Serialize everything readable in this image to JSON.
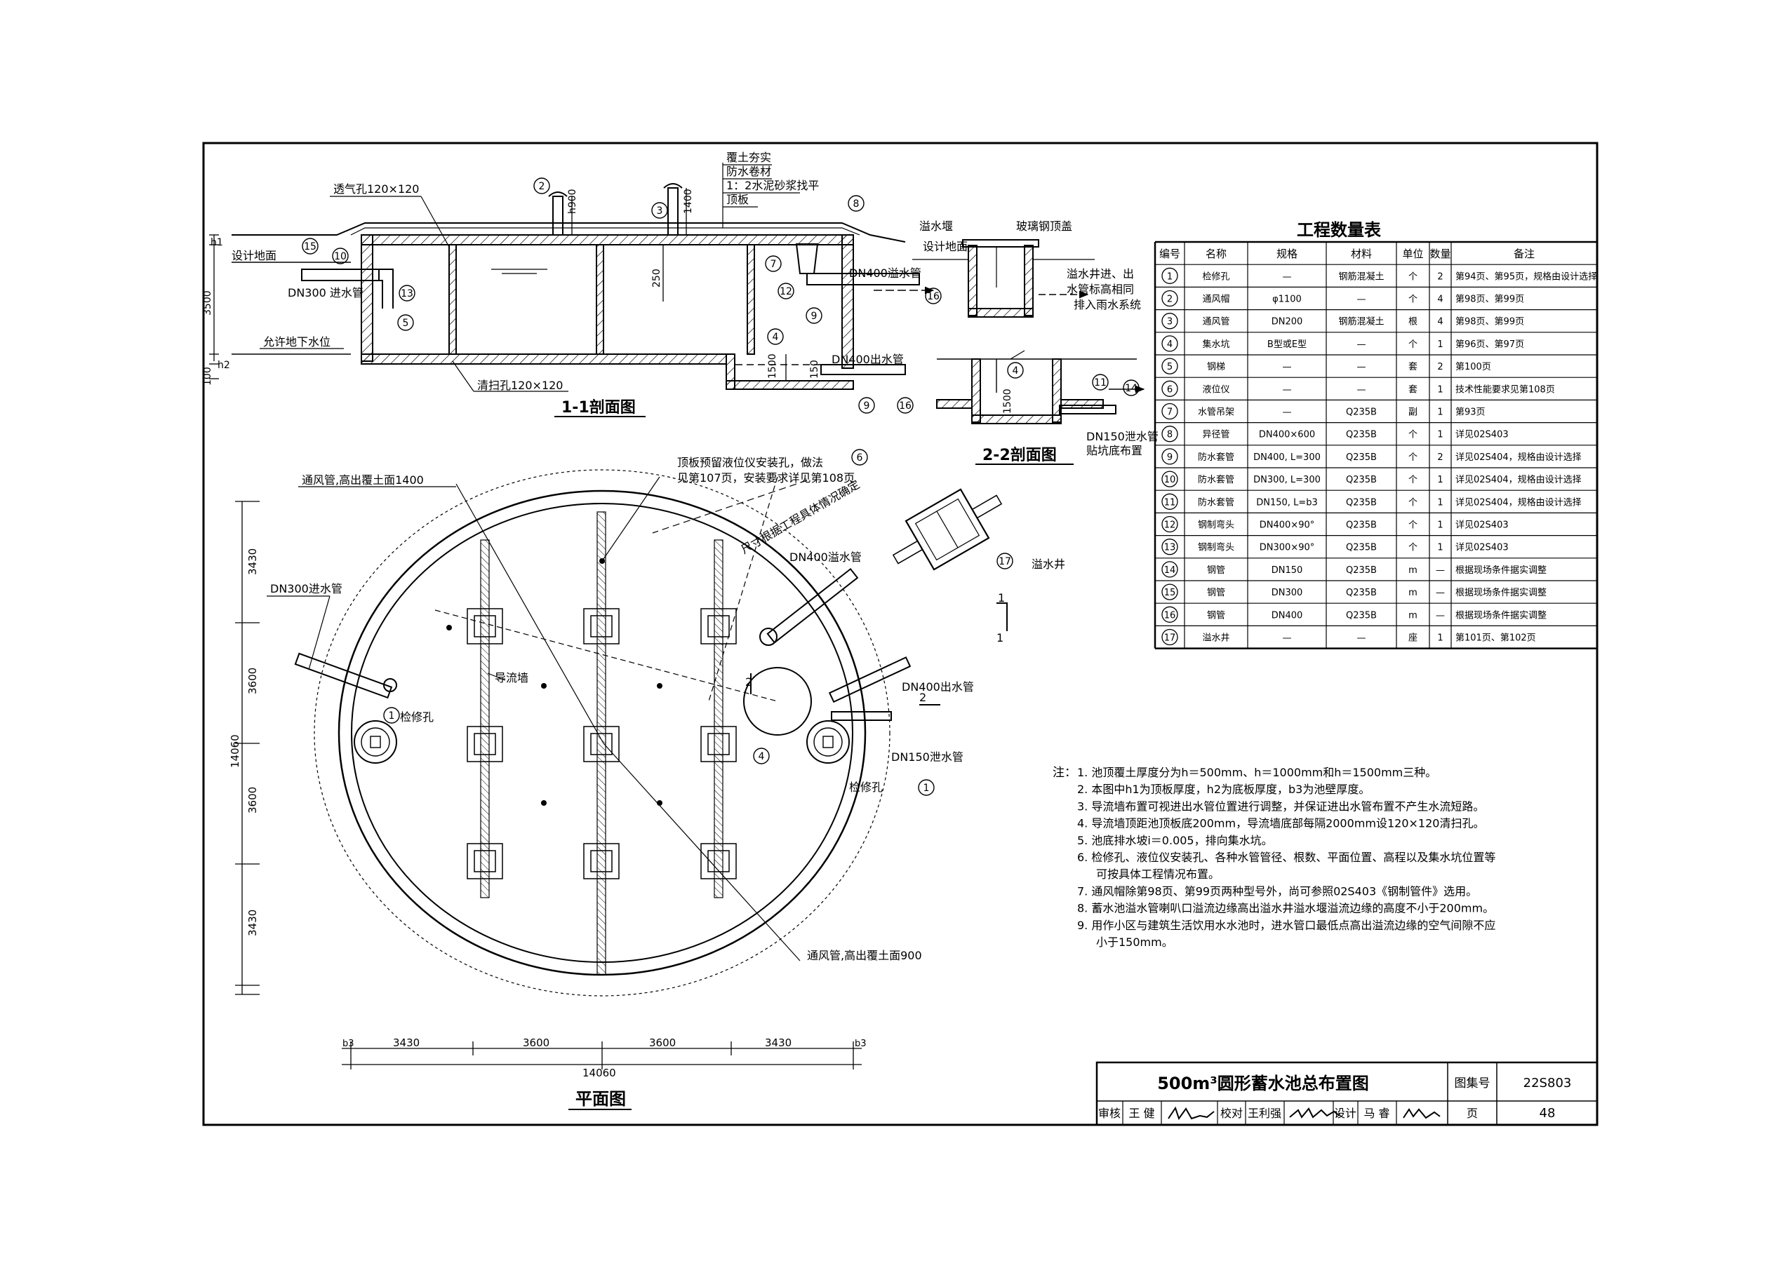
{
  "section11": {
    "title": "1-1剖面图",
    "layers": [
      "覆土夯实",
      "防水卷材",
      "1：2水泥砂浆找平",
      "顶板"
    ],
    "vent_hole": "透气孔120×120",
    "ground": "设计地面",
    "inlet": "DN300 进水管",
    "groundwater": "允许地下水位",
    "cleanout": "清扫孔120×120",
    "dim_h": "h900",
    "dim_1400": "1400",
    "dim_h2": "h",
    "dim_250": "250",
    "dim_3500": "3500",
    "dim_100": "100",
    "dim_h1": "h1",
    "dim_h2b": "h2",
    "dim_1500": "1500",
    "dim_150": "150",
    "overflow_pipe": "DN400溢水管",
    "outlet_pipe": "DN400出水管",
    "weir": "溢水堰",
    "glass_cover": "玻璃钢顶盖",
    "ground2": "设计地面",
    "overflow_note1": "溢水井进、出",
    "overflow_note2": "水管标高相同",
    "rain": "排入雨水系统",
    "n15": "15",
    "n10": "10",
    "n13": "13",
    "n5": "5",
    "n2": "2",
    "n3": "3",
    "n8": "8",
    "n7": "7",
    "n12": "12",
    "n9": "9",
    "n4": "4",
    "n16": "16",
    "n9b": "9",
    "n16b": "16"
  },
  "section22": {
    "title": "2-2剖面图",
    "n4": "4",
    "n11": "11",
    "n14": "14",
    "dim_1500": "1500",
    "drain1": "DN150泄水管",
    "drain2": "贴坑底布置"
  },
  "plan": {
    "title": "平面图",
    "vent_high": "通风管,高出覆土面1400",
    "level_hole1": "顶板预留液位仪安装孔，做法",
    "level_hole2": "见第107页，安装要求详见第108页",
    "size_note": "尺寸根据工程具体情况确定",
    "inlet": "DN300进水管",
    "overflow": "DN400溢水管",
    "overflow_well": "溢水井",
    "guide_wall": "导流墙",
    "manhole_l": "检修孔",
    "manhole_r": "检修孔",
    "outlet": "DN400出水管",
    "drain": "DN150泄水管",
    "vent_low": "通风管,高出覆土面900",
    "n1a": "1",
    "n1b": "1",
    "n4": "4",
    "n6": "6",
    "n17": "17",
    "sec1": "1",
    "sec1b": "1",
    "sec2": "2",
    "sec2b": "2",
    "dims_v": [
      "3430",
      "3600",
      "3600",
      "3430"
    ],
    "dims_h": [
      "3430",
      "3600",
      "3600",
      "3430"
    ],
    "total_v": "14060",
    "total_h": "14060",
    "b3": "b3"
  },
  "table": {
    "title": "工程数量表",
    "headers": [
      "编号",
      "名称",
      "规格",
      "材料",
      "单位",
      "数量",
      "备注"
    ],
    "rows": [
      [
        "1",
        "检修孔",
        "—",
        "钢筋混凝土",
        "个",
        "2",
        "第94页、第95页，规格由设计选择"
      ],
      [
        "2",
        "通风帽",
        "φ1100",
        "—",
        "个",
        "4",
        "第98页、第99页"
      ],
      [
        "3",
        "通风管",
        "DN200",
        "钢筋混凝土",
        "根",
        "4",
        "第98页、第99页"
      ],
      [
        "4",
        "集水坑",
        "B型或E型",
        "—",
        "个",
        "1",
        "第96页、第97页"
      ],
      [
        "5",
        "钢梯",
        "—",
        "—",
        "套",
        "2",
        "第100页"
      ],
      [
        "6",
        "液位仪",
        "—",
        "—",
        "套",
        "1",
        "技术性能要求见第108页"
      ],
      [
        "7",
        "水管吊架",
        "—",
        "Q235B",
        "副",
        "1",
        "第93页"
      ],
      [
        "8",
        "异径管",
        "DN400×600",
        "Q235B",
        "个",
        "1",
        "详见02S403"
      ],
      [
        "9",
        "防水套管",
        "DN400, L=300",
        "Q235B",
        "个",
        "2",
        "详见02S404，规格由设计选择"
      ],
      [
        "10",
        "防水套管",
        "DN300, L=300",
        "Q235B",
        "个",
        "1",
        "详见02S404，规格由设计选择"
      ],
      [
        "11",
        "防水套管",
        "DN150, L=b3",
        "Q235B",
        "个",
        "1",
        "详见02S404，规格由设计选择"
      ],
      [
        "12",
        "钢制弯头",
        "DN400×90°",
        "Q235B",
        "个",
        "1",
        "详见02S403"
      ],
      [
        "13",
        "钢制弯头",
        "DN300×90°",
        "Q235B",
        "个",
        "1",
        "详见02S403"
      ],
      [
        "14",
        "钢管",
        "DN150",
        "Q235B",
        "m",
        "—",
        "根据现场条件据实调整"
      ],
      [
        "15",
        "钢管",
        "DN300",
        "Q235B",
        "m",
        "—",
        "根据现场条件据实调整"
      ],
      [
        "16",
        "钢管",
        "DN400",
        "Q235B",
        "m",
        "—",
        "根据现场条件据实调整"
      ],
      [
        "17",
        "溢水井",
        "—",
        "—",
        "座",
        "1",
        "第101页、第102页"
      ]
    ]
  },
  "notes": {
    "label": "注：",
    "items": [
      "1. 池顶覆土厚度分为h＝500mm、h＝1000mm和h＝1500mm三种。",
      "2. 本图中h1为顶板厚度，h2为底板厚度，b3为池壁厚度。",
      "3. 导流墙布置可视进出水管位置进行调整，并保证进出水管布置不产生水流短路。",
      "4. 导流墙顶距池顶板底200mm，导流墙底部每隔2000mm设120×120清扫孔。",
      "5. 池底排水坡i＝0.005，排向集水坑。",
      "6. 检修孔、液位仪安装孔、各种水管管径、根数、平面位置、高程以及集水坑位置等",
      "可按具体工程情况布置。",
      "7. 通风帽除第98页、第99页两种型号外，尚可参照02S403《钢制管件》选用。",
      "8. 蓄水池溢水管喇叭口溢流边缘高出溢水井溢水堰溢流边缘的高度不小于200mm。",
      "9. 用作小区与建筑生活饮用水水池时，进水管口最低点高出溢流边缘的空气间隙不应",
      "小于150mm。"
    ]
  },
  "titleblock": {
    "title": "500m³圆形蓄水池总布置图",
    "atlas_label": "图集号",
    "atlas_no": "22S803",
    "review_label": "审核",
    "reviewer": "王 健",
    "check_label": "校对",
    "checker": "王利强",
    "design_label": "设计",
    "designer": "马 睿",
    "page_label": "页",
    "page_no": "48"
  }
}
